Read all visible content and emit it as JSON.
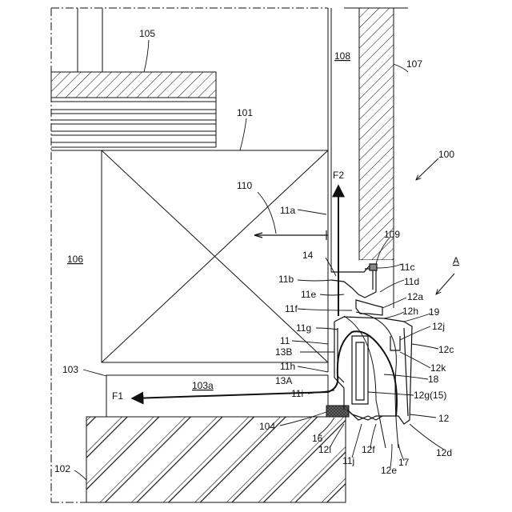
{
  "diagram": {
    "labels": {
      "l105": "105",
      "l108": "108",
      "l107": "107",
      "l101": "101",
      "l100": "100",
      "lF2": "F2",
      "l110": "110",
      "l11a": "11a",
      "l106": "106",
      "l109": "109",
      "l14": "14",
      "l11c": "11c",
      "lA": "A",
      "l11b": "11b",
      "l11d": "11d",
      "l11e": "11e",
      "l12a": "12a",
      "l11f": "11f",
      "l12h": "12h",
      "l19": "19",
      "l11g": "11g",
      "l12j": "12j",
      "l11": "11",
      "l13B": "13B",
      "l12c": "12c",
      "l11h": "11h",
      "l12k": "12k",
      "l103": "103",
      "l13A": "13A",
      "l103a": "103a",
      "l18": "18",
      "lF1": "F1",
      "l11i": "11i",
      "l12g15": "12g(15)",
      "l12": "12",
      "l104": "104",
      "l16": "16",
      "l12i": "12i",
      "l12f": "12f",
      "l11j": "11j",
      "l12e": "12e",
      "l17": "17",
      "l12d": "12d",
      "l102": "102"
    }
  }
}
